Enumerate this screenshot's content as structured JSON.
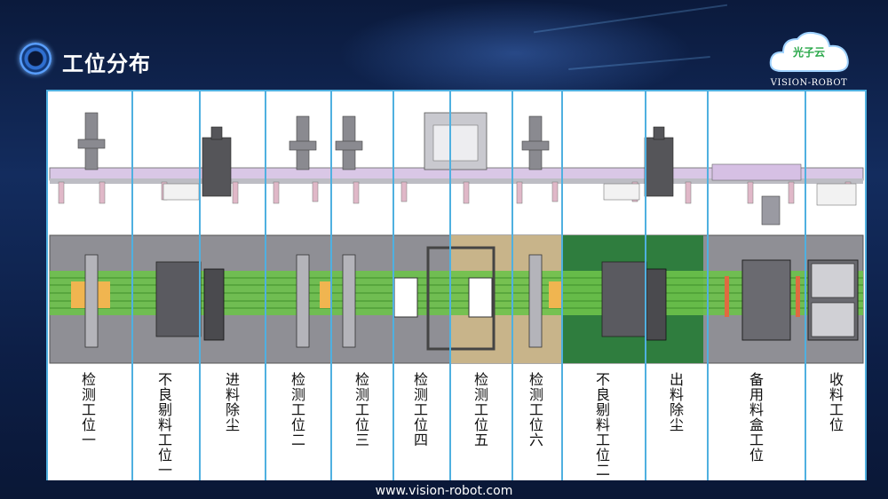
{
  "header": {
    "title": "工位分布"
  },
  "logo": {
    "cn": "光子云",
    "en": "VISION-ROBOT"
  },
  "stations": [
    {
      "label": "检测工位一"
    },
    {
      "label": "不良剔料工位一"
    },
    {
      "label": "进料除尘"
    },
    {
      "label": "检测工位二"
    },
    {
      "label": "检测工位三"
    },
    {
      "label": "检测工位四"
    },
    {
      "label": "检测工位五"
    },
    {
      "label": "检测工位六"
    },
    {
      "label": "不良剔料工位二"
    },
    {
      "label": "出料除尘"
    },
    {
      "label": "备用料盒工位"
    },
    {
      "label": "收料工位"
    }
  ],
  "footer": {
    "url": "www.vision-robot.com"
  },
  "colors": {
    "divider": "#4fb0e0",
    "conveyor": "#6dc24a",
    "base": "#8f8f95",
    "green_zone": "#2f7d3e",
    "tan_zone": "#c8b48a"
  }
}
